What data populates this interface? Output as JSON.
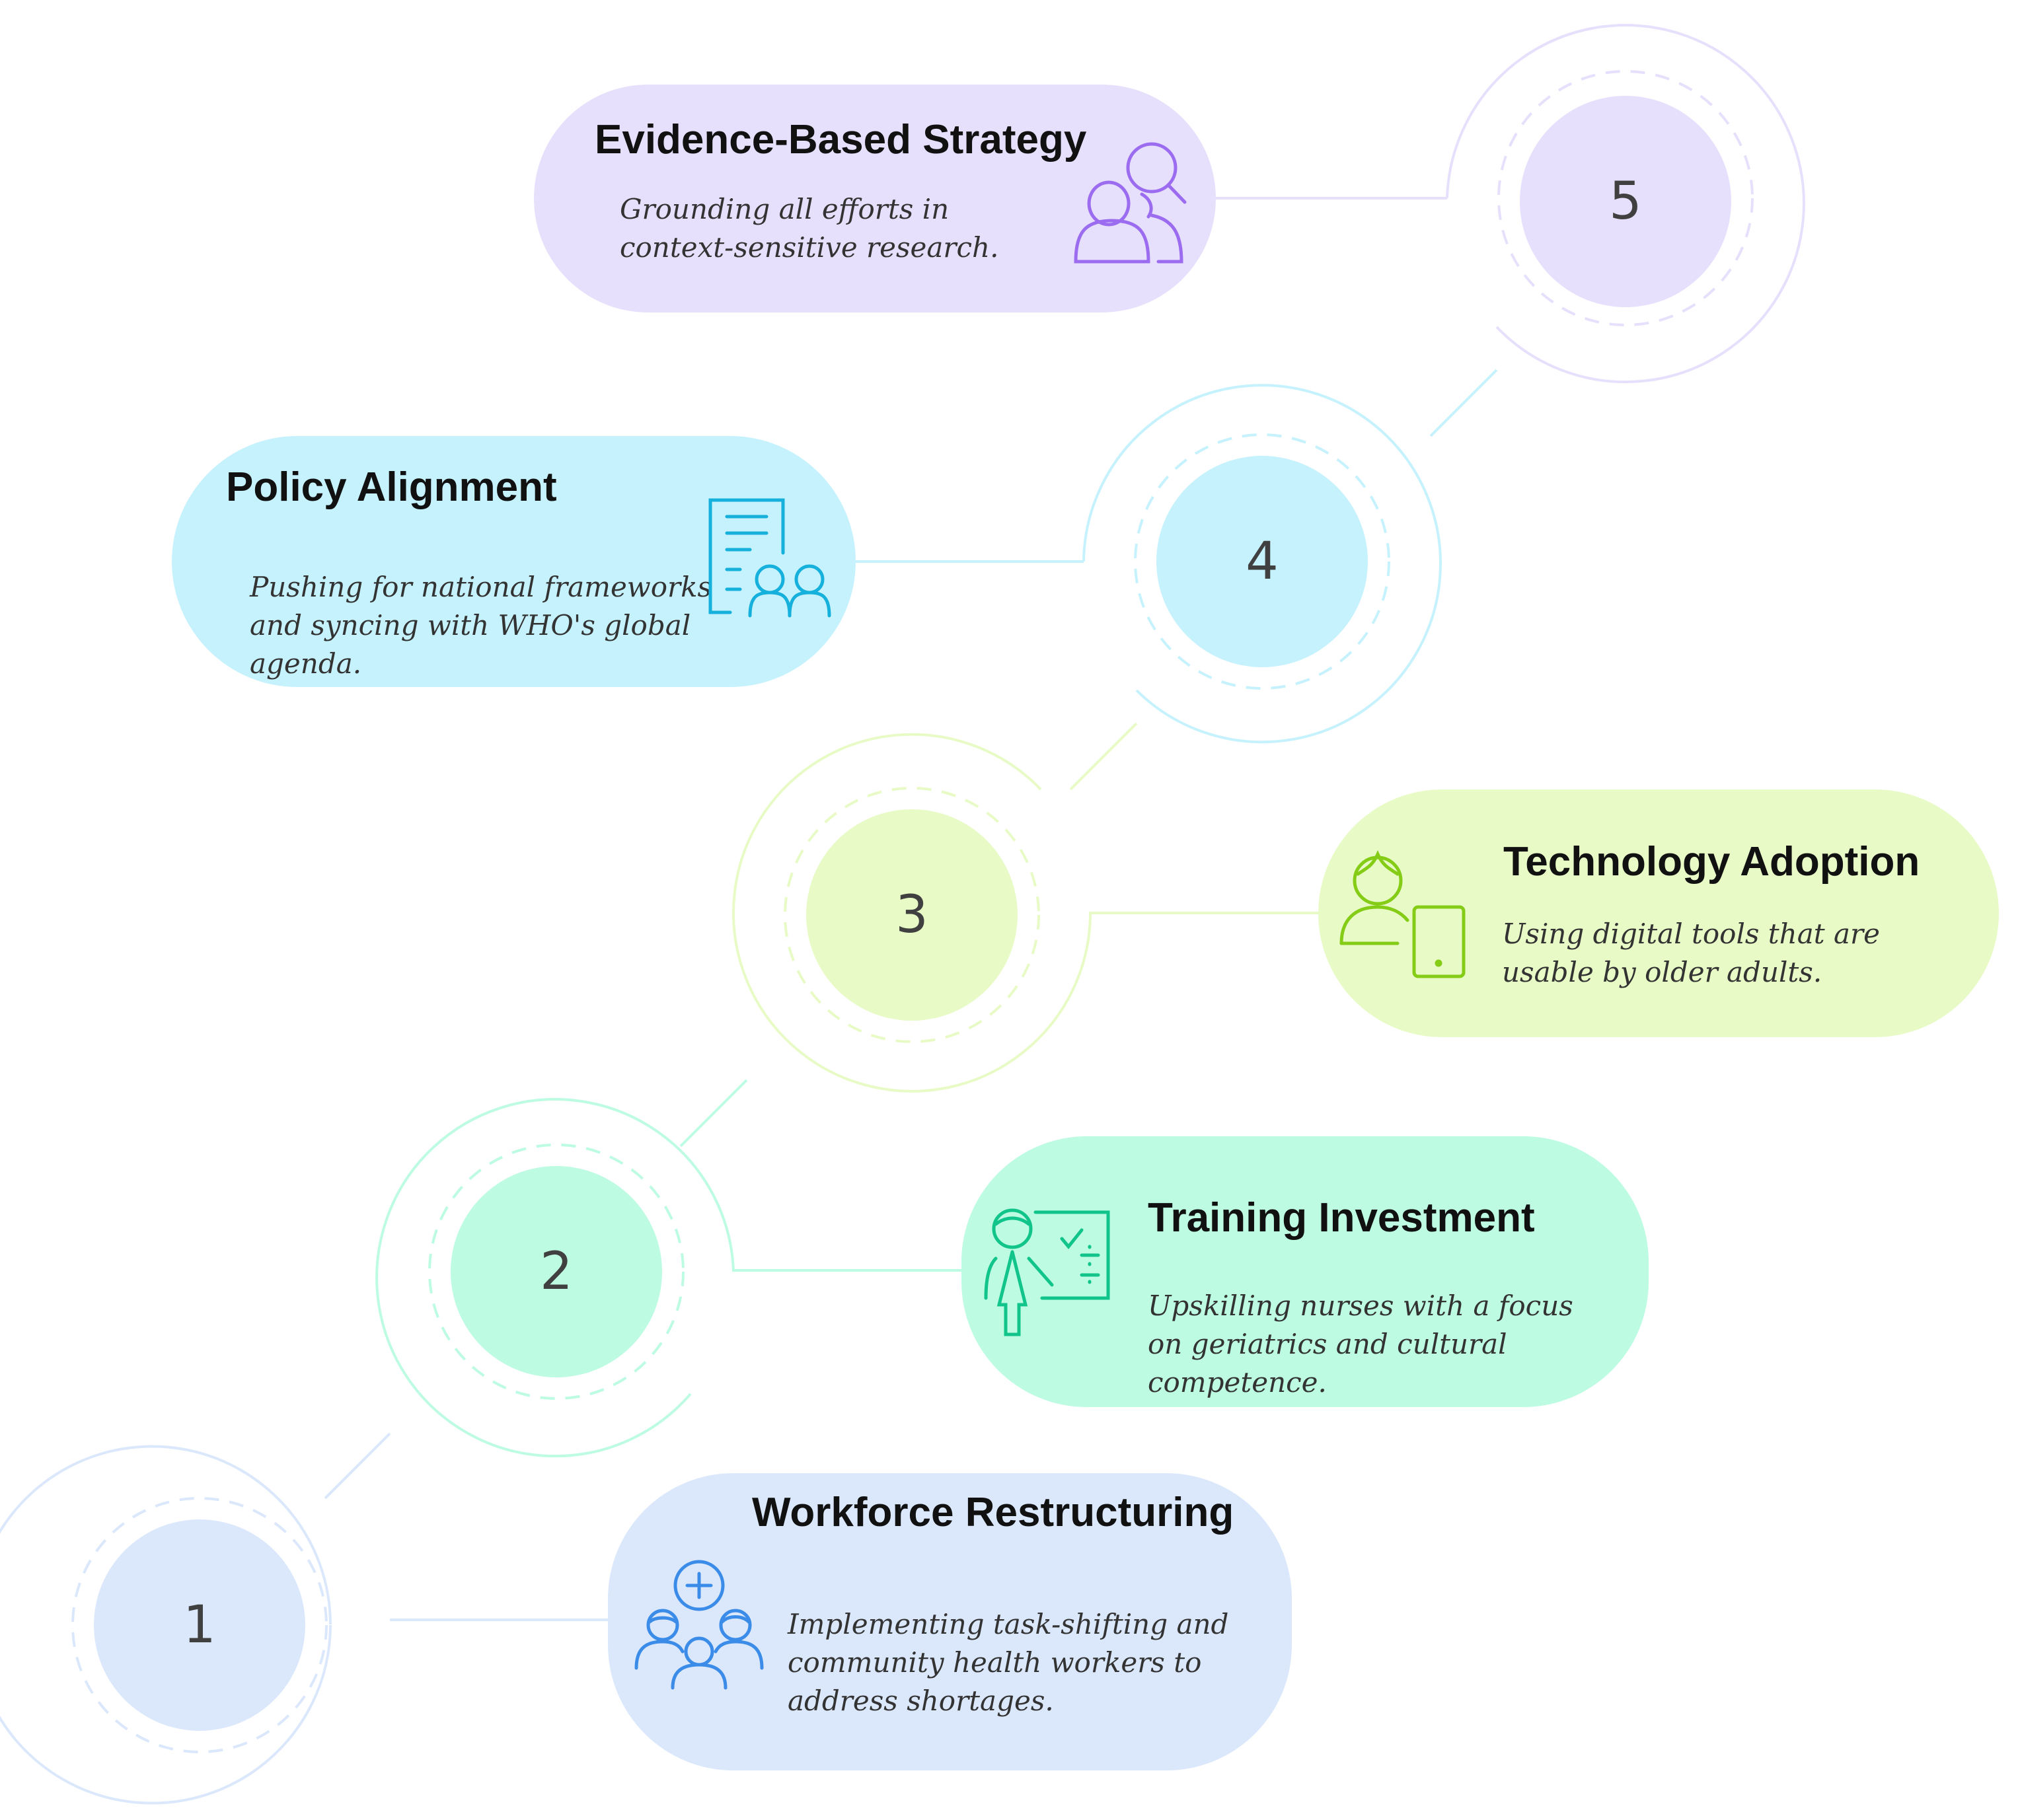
{
  "colors": {
    "purple_fill": "#e7e0fc",
    "purple_stroke": "#9b6cf0",
    "cyan_fill": "#c6f2fd",
    "cyan_stroke": "#16b0dc",
    "lime_fill": "#e8fbc6",
    "lime_stroke": "#84cc16",
    "mint_fill": "#bdfbe3",
    "mint_stroke": "#10c48a",
    "blue_fill": "#dbe8fc",
    "blue_stroke": "#3b8ce8"
  },
  "steps": [
    {
      "number": "1",
      "title": "Workforce Restructuring",
      "description": "Implementing task-shifting and community health workers to address shortages.",
      "icon": "health-team-icon"
    },
    {
      "number": "2",
      "title": "Training Investment",
      "description": "Upskilling nurses with a focus on geriatrics and cultural competence.",
      "icon": "nurse-teaching-icon"
    },
    {
      "number": "3",
      "title": "Technology Adoption",
      "description": "Using digital tools that are usable by older adults.",
      "icon": "person-tablet-icon"
    },
    {
      "number": "4",
      "title": "Policy Alignment",
      "description": "Pushing for national frameworks and syncing with WHO's global agenda.",
      "icon": "document-people-icon"
    },
    {
      "number": "5",
      "title": "Evidence-Based Strategy",
      "description": "Grounding all efforts in context-sensitive research.",
      "icon": "research-people-icon"
    }
  ]
}
